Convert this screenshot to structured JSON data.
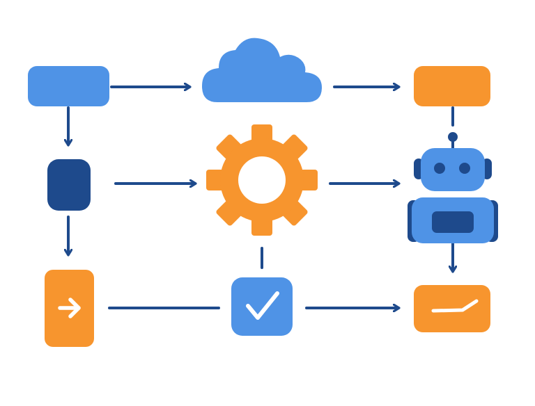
{
  "diagram": {
    "colors": {
      "blue": "#4F93E6",
      "navy": "#1E4A8C",
      "orange": "#F7952E",
      "line": "#1E4A8C",
      "white": "#FFFFFF"
    },
    "nodes": [
      {
        "id": "start-box",
        "shape": "rounded-rect",
        "color": "blue"
      },
      {
        "id": "cloud",
        "shape": "cloud-icon",
        "color": "blue"
      },
      {
        "id": "top-right-box",
        "shape": "rounded-rect",
        "color": "orange"
      },
      {
        "id": "decision-pill",
        "shape": "rounded-rect",
        "color": "navy"
      },
      {
        "id": "gear",
        "shape": "gear-icon",
        "color": "orange"
      },
      {
        "id": "robot",
        "shape": "robot-icon",
        "color": "blue"
      },
      {
        "id": "arrow-box",
        "shape": "arrow-right-icon",
        "color": "orange"
      },
      {
        "id": "check-box",
        "shape": "check-icon",
        "color": "blue"
      },
      {
        "id": "signature-box",
        "shape": "signature-icon",
        "color": "orange"
      }
    ],
    "edges": [
      {
        "from": "start-box",
        "to": "cloud",
        "arrow": true
      },
      {
        "from": "cloud",
        "to": "top-right-box",
        "arrow": true
      },
      {
        "from": "top-right-box",
        "to": "robot",
        "arrow": false
      },
      {
        "from": "start-box",
        "to": "decision-pill",
        "arrow": true
      },
      {
        "from": "decision-pill",
        "to": "gear",
        "arrow": true
      },
      {
        "from": "gear",
        "to": "robot",
        "arrow": true
      },
      {
        "from": "decision-pill",
        "to": "arrow-box",
        "arrow": true
      },
      {
        "from": "gear",
        "to": "check-box",
        "arrow": false
      },
      {
        "from": "robot",
        "to": "signature-box",
        "arrow": true
      },
      {
        "from": "arrow-box",
        "to": "check-box",
        "arrow": false
      },
      {
        "from": "check-box",
        "to": "signature-box",
        "arrow": true
      }
    ]
  }
}
